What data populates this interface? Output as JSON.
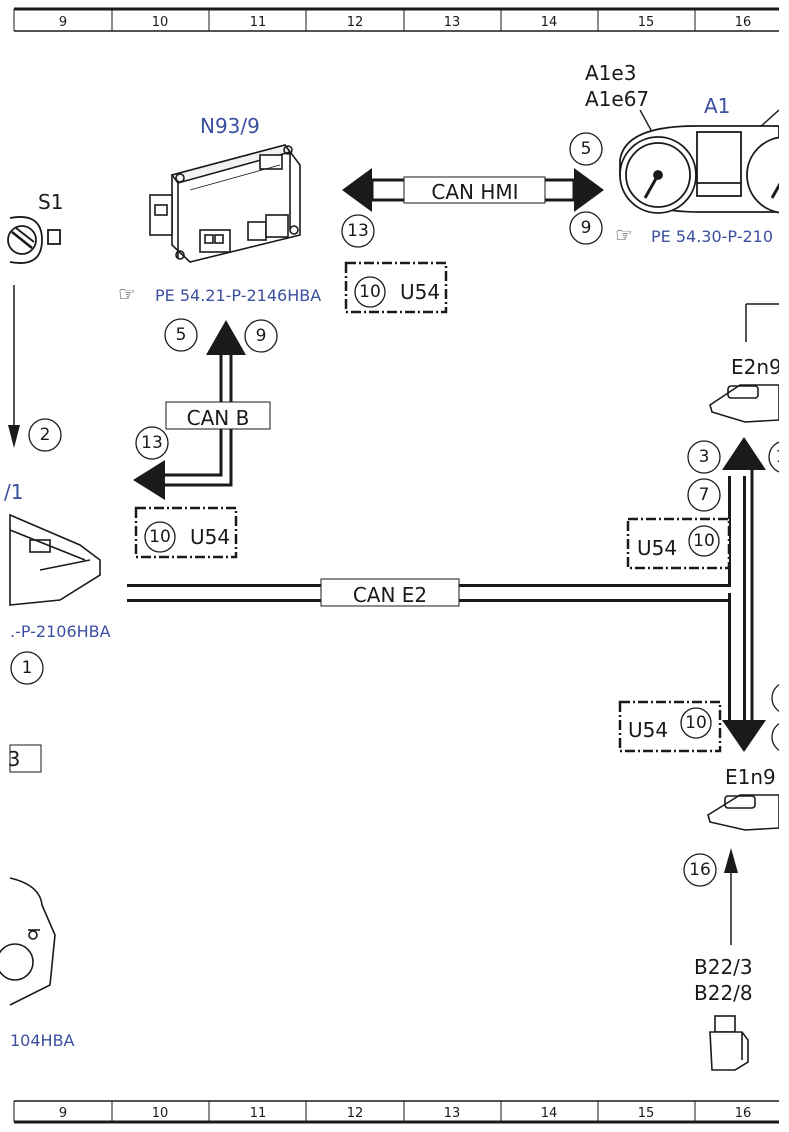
{
  "ruler": {
    "top": [
      "9",
      "10",
      "11",
      "12",
      "13",
      "14",
      "15",
      "16"
    ],
    "bottom": [
      "9",
      "10",
      "11",
      "12",
      "13",
      "14",
      "15",
      "16"
    ]
  },
  "components": {
    "n93_9": {
      "label": "N93/9",
      "ref": "PE 54.21-P-2146HBA"
    },
    "a1": {
      "label": "A1",
      "sub1": "A1e3",
      "sub2": "A1e67",
      "ref": "PE 54.30-P-210"
    },
    "s1": {
      "label": "S1"
    },
    "left_partial": {
      "label": "/1",
      "ref": ".-P-2106HBA",
      "ref2": "104HBA",
      "box": "3"
    },
    "e2n9": {
      "label": "E2n9"
    },
    "e1n9": {
      "label": "E1n9"
    },
    "b22": {
      "label1": "B22/3",
      "label2": "B22/8"
    }
  },
  "buses": {
    "can_hmi": "CAN HMI",
    "can_b": "CAN B",
    "can_e2": "CAN E2"
  },
  "u54": {
    "label": "U54",
    "num": "10"
  },
  "callouts": {
    "hmi_5": "5",
    "hmi_9": "9",
    "hmi_13": "13",
    "b_5": "5",
    "b_9": "9",
    "b_13": "13",
    "left_2": "2",
    "left_1": "1",
    "e2_3": "3",
    "e2_7": "7",
    "e2_right": "1",
    "e1_16": "16"
  },
  "colors": {
    "ink": "#1a1a1a",
    "blue": "#3b4fa0",
    "background": "#ffffff"
  }
}
